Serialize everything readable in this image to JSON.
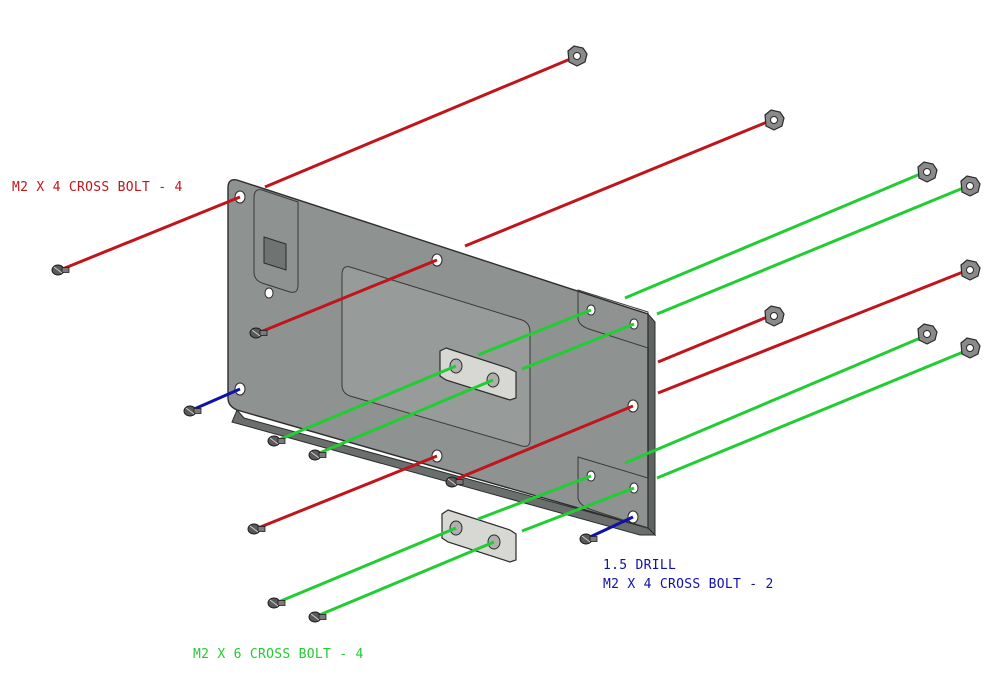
{
  "callouts": {
    "red": {
      "text": "M2 X 4 CROSS BOLT - 4",
      "color": "#c0151b"
    },
    "green": {
      "text": "M2 X 6 CROSS BOLT - 4",
      "color": "#22cc33"
    },
    "blue": {
      "line1": "1.5 DRILL",
      "line2": "M2 X 4 CROSS BOLT - 2",
      "color": "#1010aa"
    }
  },
  "colors": {
    "plate": "#8e9290",
    "plate_edge": "#2c2c2c",
    "spacer": "#d7d7d3",
    "hardware": "#5a5a5a"
  },
  "parts": {
    "plate": "mounting-plate",
    "spacers": [
      "spacer-block-upper",
      "spacer-block-lower"
    ],
    "nut_icon": "hex-nut-icon",
    "screw_icon": "screw-head-icon"
  }
}
